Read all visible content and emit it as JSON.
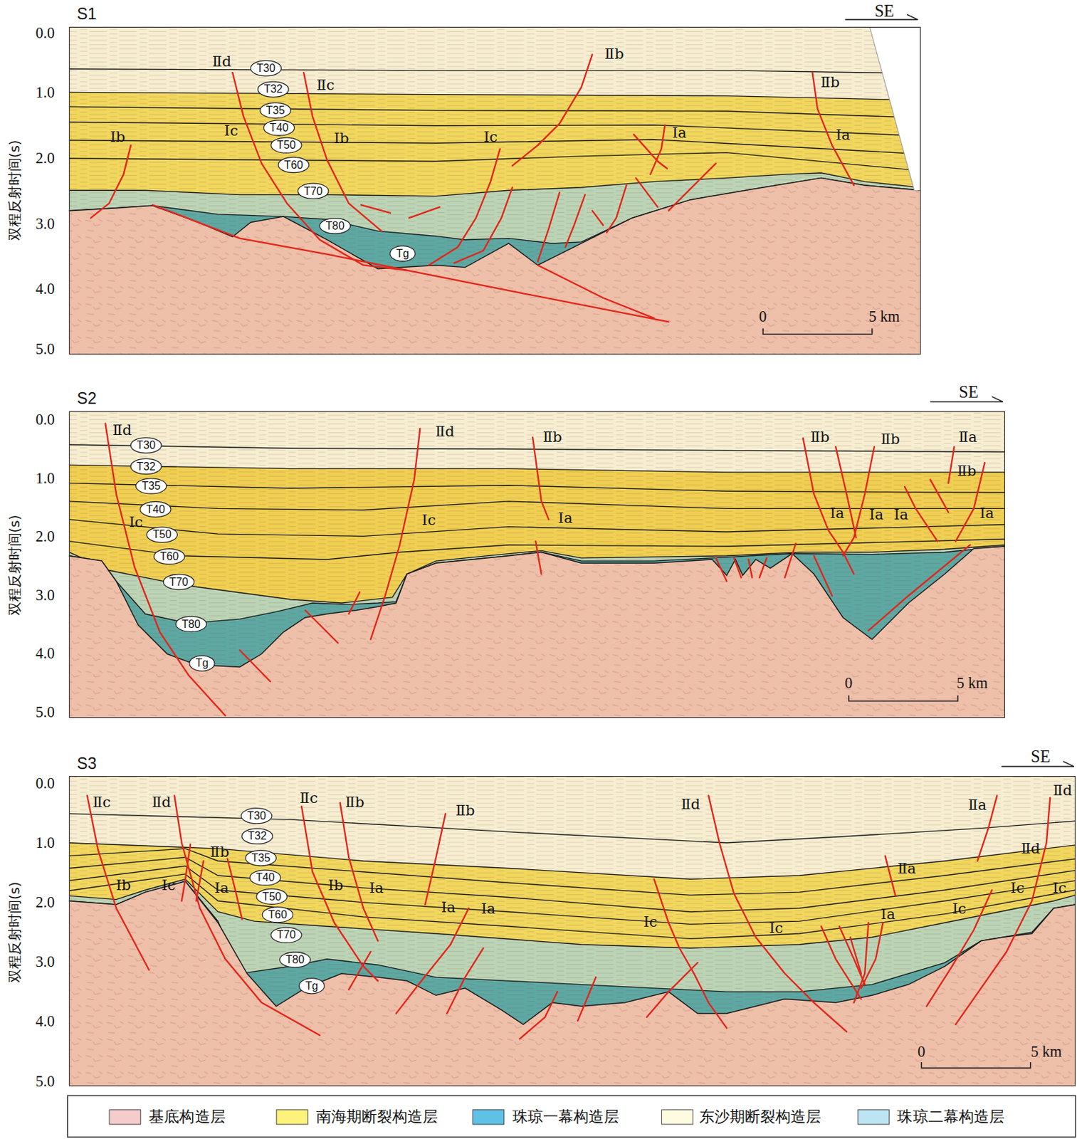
{
  "diagram": {
    "nodes": [
      {
        "text": [
          "S1"
        ]
      },
      {
        "text": [
          "T30"
        ],
        "in": 0
      },
      {
        "text": [
          "T32"
        ],
        "in": 0
      },
      {
        "text": [
          "T35"
        ],
        "in": 0
      },
      {
        "text": [
          "T40"
        ],
        "in": 0
      },
      {
        "text": [
          "T50"
        ],
        "in": 0
      },
      {
        "text": [
          "T60"
        ],
        "in": 0
      },
      {
        "text": [
          "T70"
        ],
        "in": 0
      },
      {
        "text": [
          "T80"
        ],
        "in": 0
      },
      {
        "text": [
          "Tg"
        ],
        "in": 0
      },
      {
        "text": [
          "S2"
        ]
      },
      {
        "text": [
          "T30"
        ],
        "in": 10
      },
      {
        "text": [
          "T32"
        ],
        "in": 10
      },
      {
        "text": [
          "T35"
        ],
        "in": 10
      },
      {
        "text": [
          "T40"
        ],
        "in": 10
      },
      {
        "text": [
          "T50"
        ],
        "in": 10
      },
      {
        "text": [
          "T60"
        ],
        "in": 10
      },
      {
        "text": [
          "T70"
        ],
        "in": 10
      },
      {
        "text": [
          "T80"
        ],
        "in": 10
      },
      {
        "text": [
          "Tg"
        ],
        "in": 10
      },
      {
        "text": [
          "S3"
        ]
      },
      {
        "text": [
          "T30"
        ],
        "in": 20
      },
      {
        "text": [
          "T32"
        ],
        "in": 20
      },
      {
        "text": [
          "T35"
        ],
        "in": 20
      },
      {
        "text": [
          "T40"
        ],
        "in": 20
      },
      {
        "text": [
          "T50"
        ],
        "in": 20
      },
      {
        "text": [
          "T60"
        ],
        "in": 20
      },
      {
        "text": [
          "T70"
        ],
        "in": 20
      },
      {
        "text": [
          "T80"
        ],
        "in": 20
      },
      {
        "text": [
          "Tg"
        ],
        "in": 20
      }
    ],
    "labels": [
      "0.0",
      "1.0",
      "2.0",
      "3.0",
      "4.0",
      "5.0",
      "双程反射时间(s)",
      "SE",
      "Ⅱd",
      "Ⅱc",
      "Ⅰc",
      "Ⅰb",
      "Ⅰb",
      "Ⅰc",
      "Ⅱb",
      "Ⅰa",
      "Ⅱb",
      "Ⅰa",
      "0",
      "5 km",
      "0.0",
      "1.0",
      "2.0",
      "3.0",
      "4.0",
      "5.0",
      "双程反射时间(s)",
      "SE",
      "Ⅱd",
      "Ⅰc",
      "Ⅱd",
      "Ⅰc",
      "Ⅱb",
      "Ⅰa",
      "Ⅱb",
      "Ⅱb",
      "Ⅱa",
      "Ⅱb",
      "Ⅰa",
      "Ⅰa",
      "Ⅰa",
      "Ⅰa",
      "0",
      "5 km",
      "0.0",
      "1.0",
      "2.0",
      "3.0",
      "4.0",
      "5.0",
      "双程反射时间(s)",
      "SE",
      "Ⅱc",
      "Ⅱd",
      "Ⅰb",
      "Ⅰc",
      "Ⅱb",
      "Ⅰa",
      "Ⅱc",
      "Ⅱb",
      "Ⅰb",
      "Ⅰa",
      "Ⅱb",
      "Ⅰa",
      "Ⅰa",
      "Ⅱd",
      "Ⅰc",
      "Ⅰc",
      "Ⅱa",
      "Ⅰa",
      "Ⅰc",
      "Ⅱa",
      "Ⅱd",
      "Ⅱd",
      "Ⅰc",
      "Ⅰc",
      "0",
      "5 km"
    ],
    "legend": [
      {
        "text": "基底构造层",
        "color": "#f4cccb"
      },
      {
        "text": "南海期断裂构造层",
        "color": "#fff27c"
      },
      {
        "text": "珠琼一幕构造层",
        "color": "#5fc1e6"
      },
      {
        "text": "东沙期断裂构造层",
        "color": "#fffbe0"
      },
      {
        "text": "珠琼二幕构造层",
        "color": "#bde4f2"
      }
    ]
  }
}
